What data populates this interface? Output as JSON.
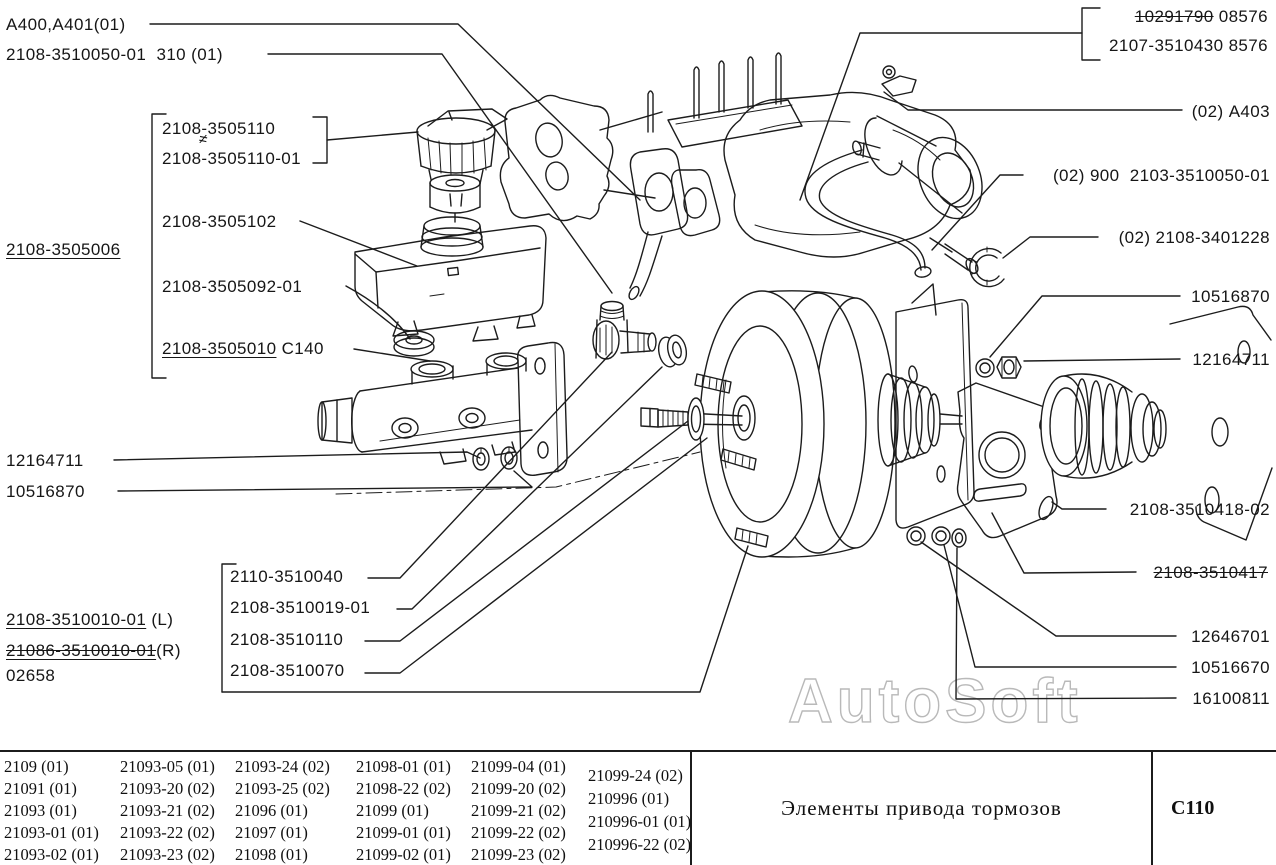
{
  "watermark": "AutoSoft",
  "colors": {
    "ink": "#1c1c1c",
    "paper": "#ffffff",
    "watermark": "#b9b9b9"
  },
  "callouts": {
    "tl_clamps": "А400,А401(01)",
    "tl_hose": "2108-3510050-01  310 (01)",
    "tr_old_struck": "10291790",
    "tr_old_rest": " 08576",
    "tr_valve": "2107-3510430 8576",
    "r_a403": "(02) А403",
    "r_canister": "(02) 900  2103-3510050-01",
    "r_clip": "(02) 2108-3401228",
    "r_washer": "10516870",
    "r_nut": "12164711",
    "r_bracket2": "2108-3510418-02",
    "r_bracket1": "2108-3510417",
    "r_f1": "12646701",
    "r_f2": "10516670",
    "r_f3": "16100811",
    "grp_cap1": "2108-3505110",
    "neq_mark": "≠",
    "grp_cap2": "2108-3505110-01",
    "l_float": "2108-3505102",
    "l_group": "2108-3505006",
    "l_seal": "2108-3505092-01",
    "l_tank": "2108-3505010",
    "l_tank_suffix": " С140",
    "l_nut": "12164711",
    "l_washer": "10516870",
    "m_union": "2110-3510040",
    "m_grommet": "2108-3510019-01",
    "m_washer": "2108-3510110",
    "m_rod": "2108-3510070",
    "bl_cyl_l": "2108-3510010-01",
    "bl_cyl_l_suffix": " (L)",
    "bl_cyl_r": "21086-3510010-01",
    "bl_cyl_r_suffix": "(R)",
    "bl_code": "02658"
  },
  "table": {
    "columns": [
      [
        "2109 (01)",
        "21091 (01)",
        "21093 (01)",
        "21093-01 (01)",
        "21093-02 (01)"
      ],
      [
        "21093-05 (01)",
        "21093-20 (02)",
        "21093-21 (02)",
        "21093-22 (02)",
        "21093-23 (02)"
      ],
      [
        "21093-24 (02)",
        "21093-25 (02)",
        "21096 (01)",
        "21097 (01)",
        "21098 (01)"
      ],
      [
        "21098-01 (01)",
        "21098-22 (02)",
        "21099 (01)",
        "21099-01 (01)",
        "21099-02 (01)"
      ],
      [
        "21099-04 (01)",
        "21099-20 (02)",
        "21099-21 (02)",
        "21099-22 (02)",
        "21099-23 (02)"
      ],
      [
        "21099-24 (02)",
        "210996 (01)",
        "210996-01 (01)",
        "210996-22 (02)"
      ]
    ],
    "caption": "Элементы привода тормозов",
    "sheet_code": "С110"
  }
}
